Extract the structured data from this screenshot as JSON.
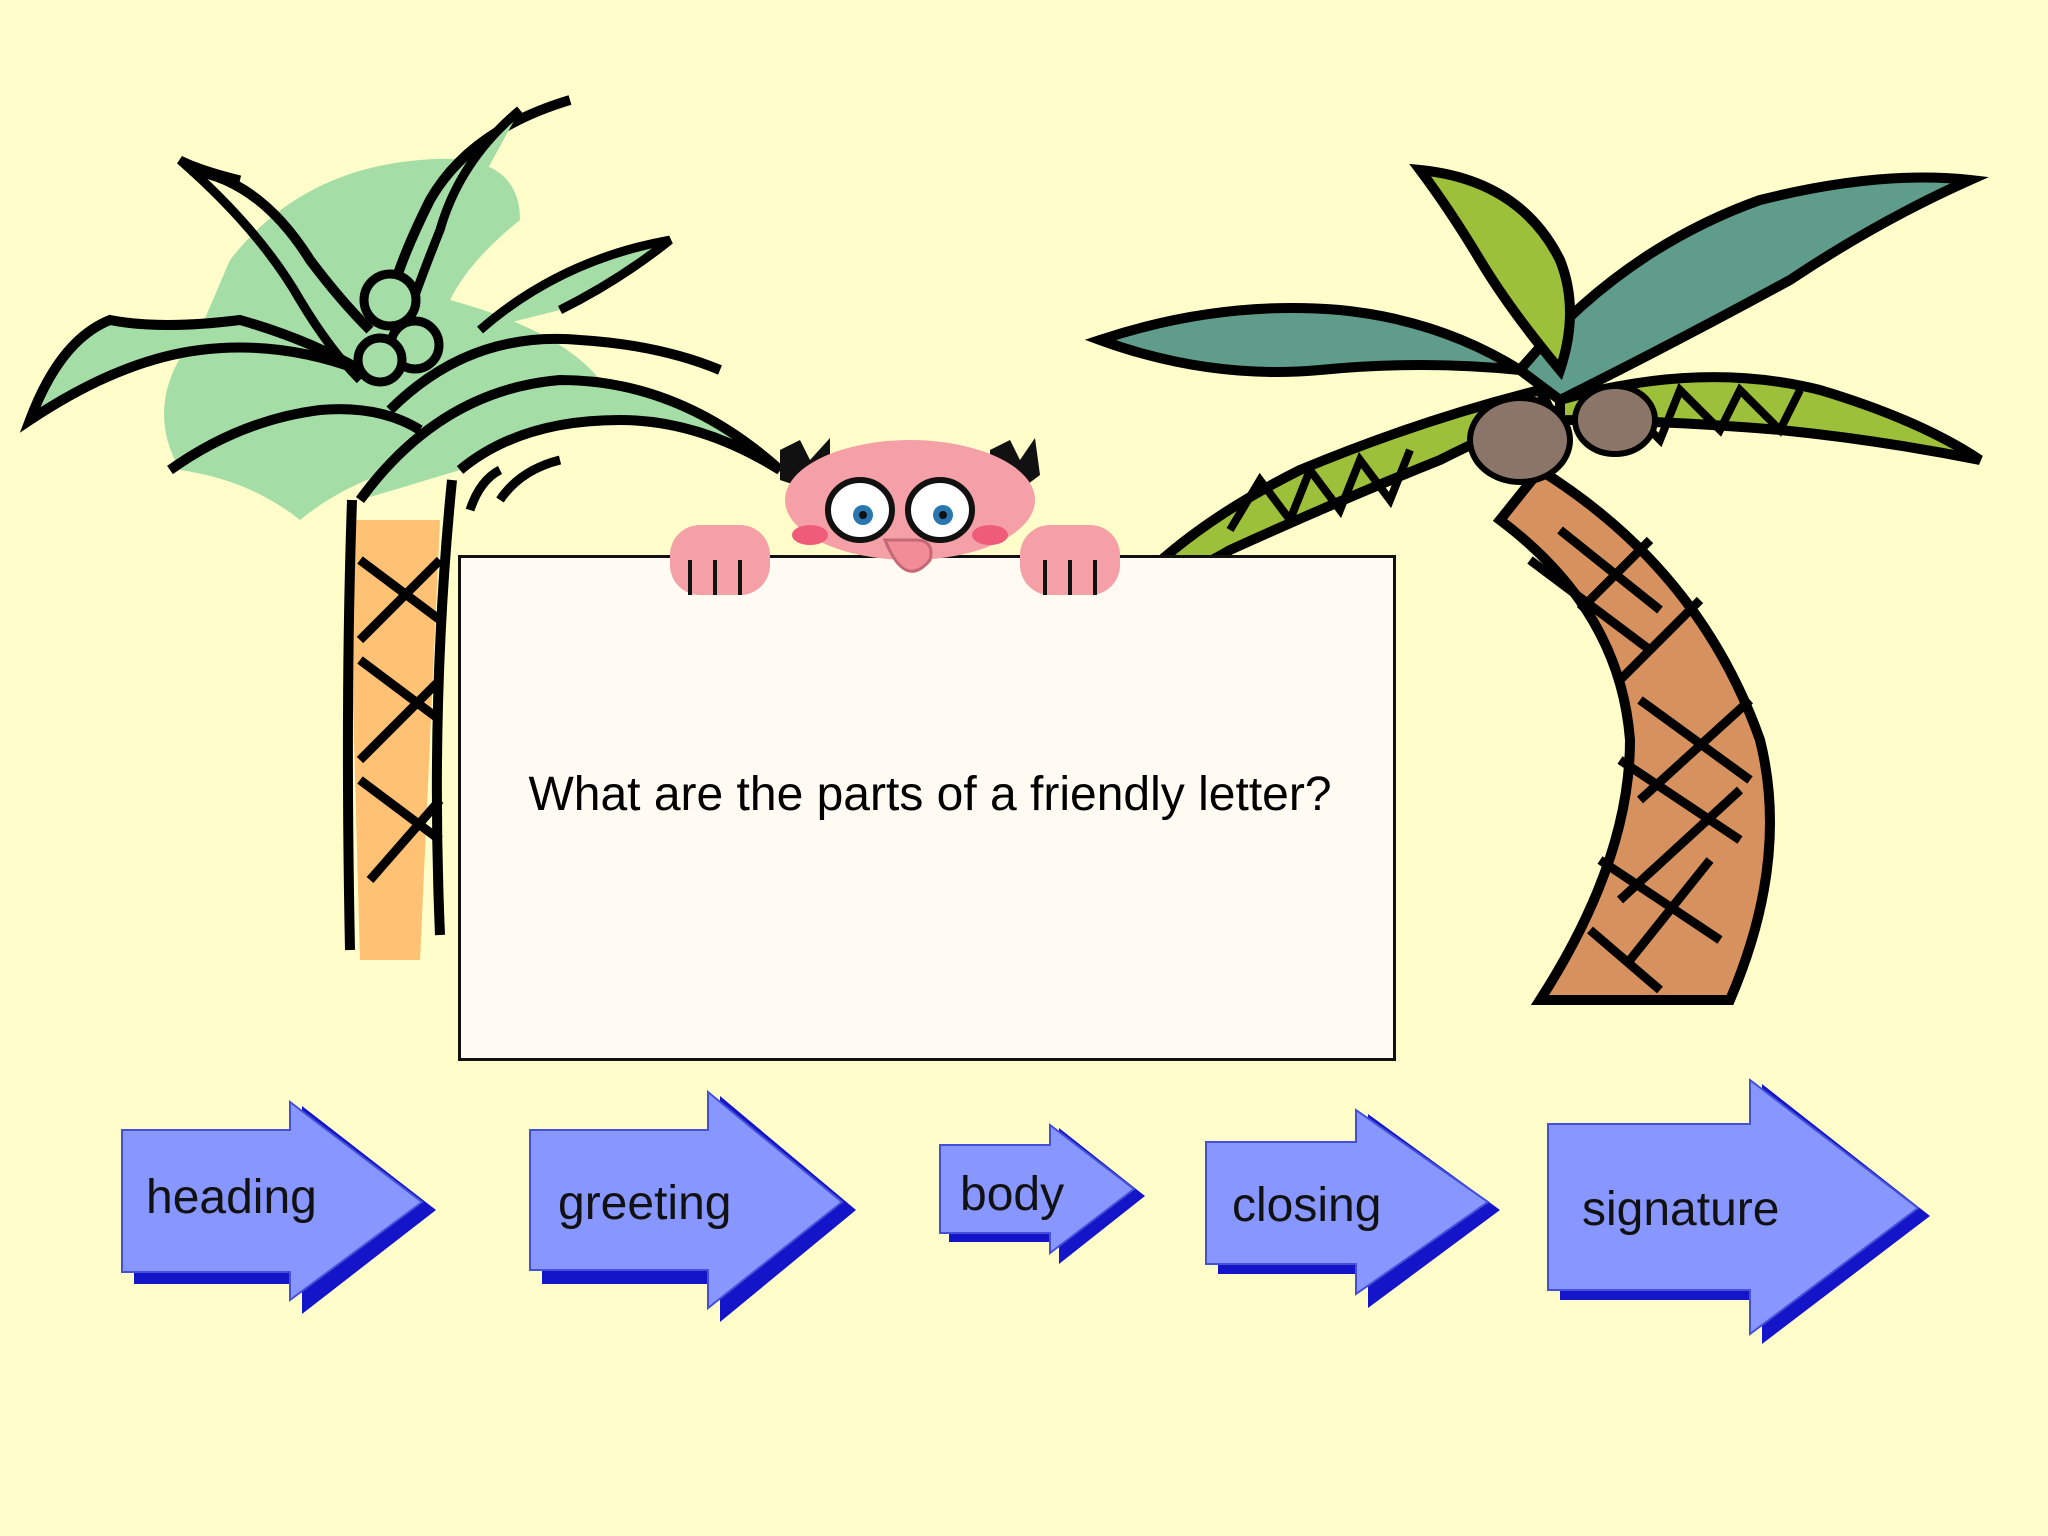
{
  "slide": {
    "question": "What are the parts of a friendly letter?"
  },
  "arrows": [
    {
      "id": "heading",
      "label": "heading"
    },
    {
      "id": "greeting",
      "label": "greeting"
    },
    {
      "id": "body",
      "label": "body"
    },
    {
      "id": "closing",
      "label": "closing"
    },
    {
      "id": "signature",
      "label": "signature"
    }
  ],
  "colors": {
    "background": "#FFFDC9",
    "arrow_fill": "#8797FF",
    "arrow_shadow": "#1414C8",
    "board": "#FFFBF3"
  },
  "decorations": {
    "left_tree": "palm-tree-icon",
    "right_tree": "palm-tree-icon",
    "character": "peeking-man-icon"
  }
}
